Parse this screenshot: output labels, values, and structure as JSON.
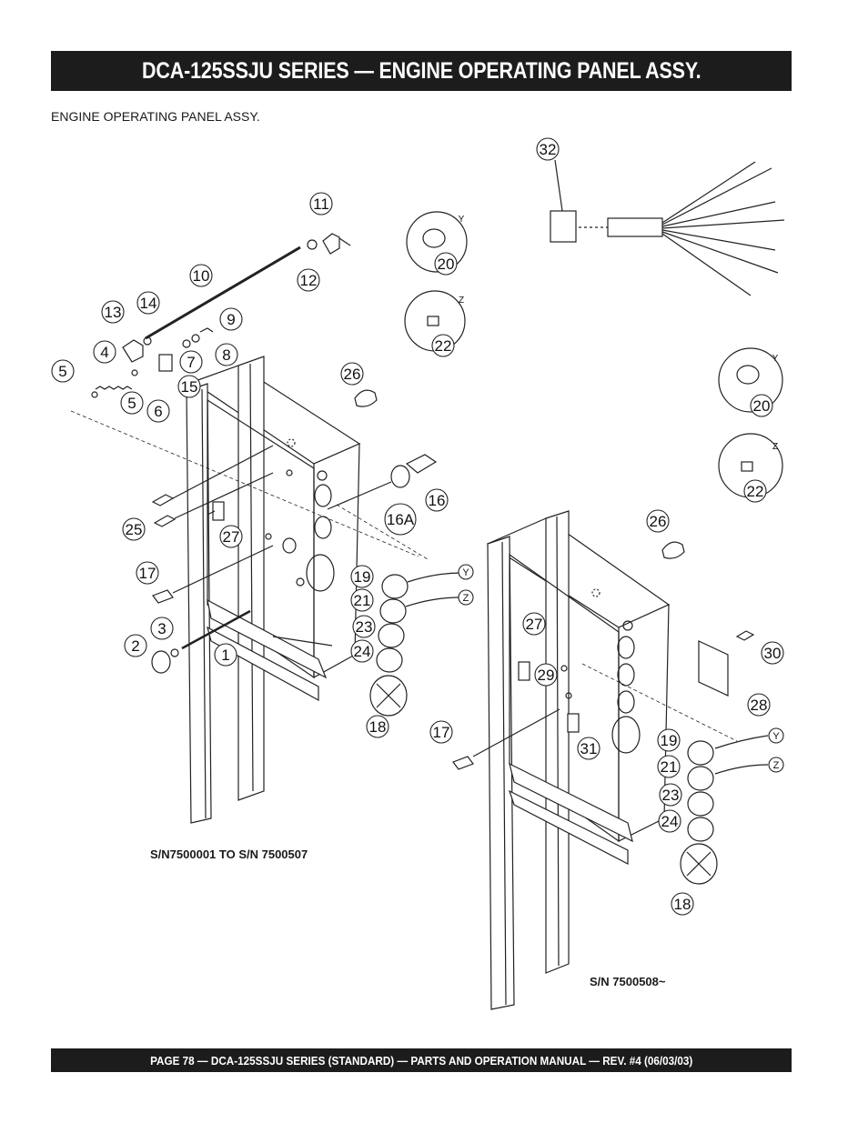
{
  "header": {
    "title": "DCA-125SSJU SERIES — ENGINE OPERATING PANEL ASSY."
  },
  "subtitle": "ENGINE OPERATING  PANEL ASSY.",
  "serials": {
    "left": "S/N7500001  TO  S/N 7500507",
    "right": "S/N 7500508~"
  },
  "footer": "PAGE 78 — DCA-125SSJU SERIES (STANDARD) — PARTS AND OPERATION MANUAL  — REV. #4  (06/03/03)",
  "callouts": [
    "1",
    "2",
    "3",
    "4",
    "5",
    "5",
    "6",
    "7",
    "8",
    "9",
    "10",
    "11",
    "12",
    "13",
    "14",
    "15",
    "16",
    "16A",
    "17",
    "18",
    "19",
    "21",
    "23",
    "24",
    "25",
    "26",
    "27",
    "26",
    "27",
    "29",
    "17",
    "31",
    "30",
    "28",
    "19",
    "21",
    "23",
    "24",
    "18",
    "20",
    "22",
    "20",
    "22",
    "32"
  ],
  "wire_tags": [
    "Y",
    "Z",
    "Y",
    "Z",
    "Y",
    "Z",
    "Y",
    "Z"
  ]
}
